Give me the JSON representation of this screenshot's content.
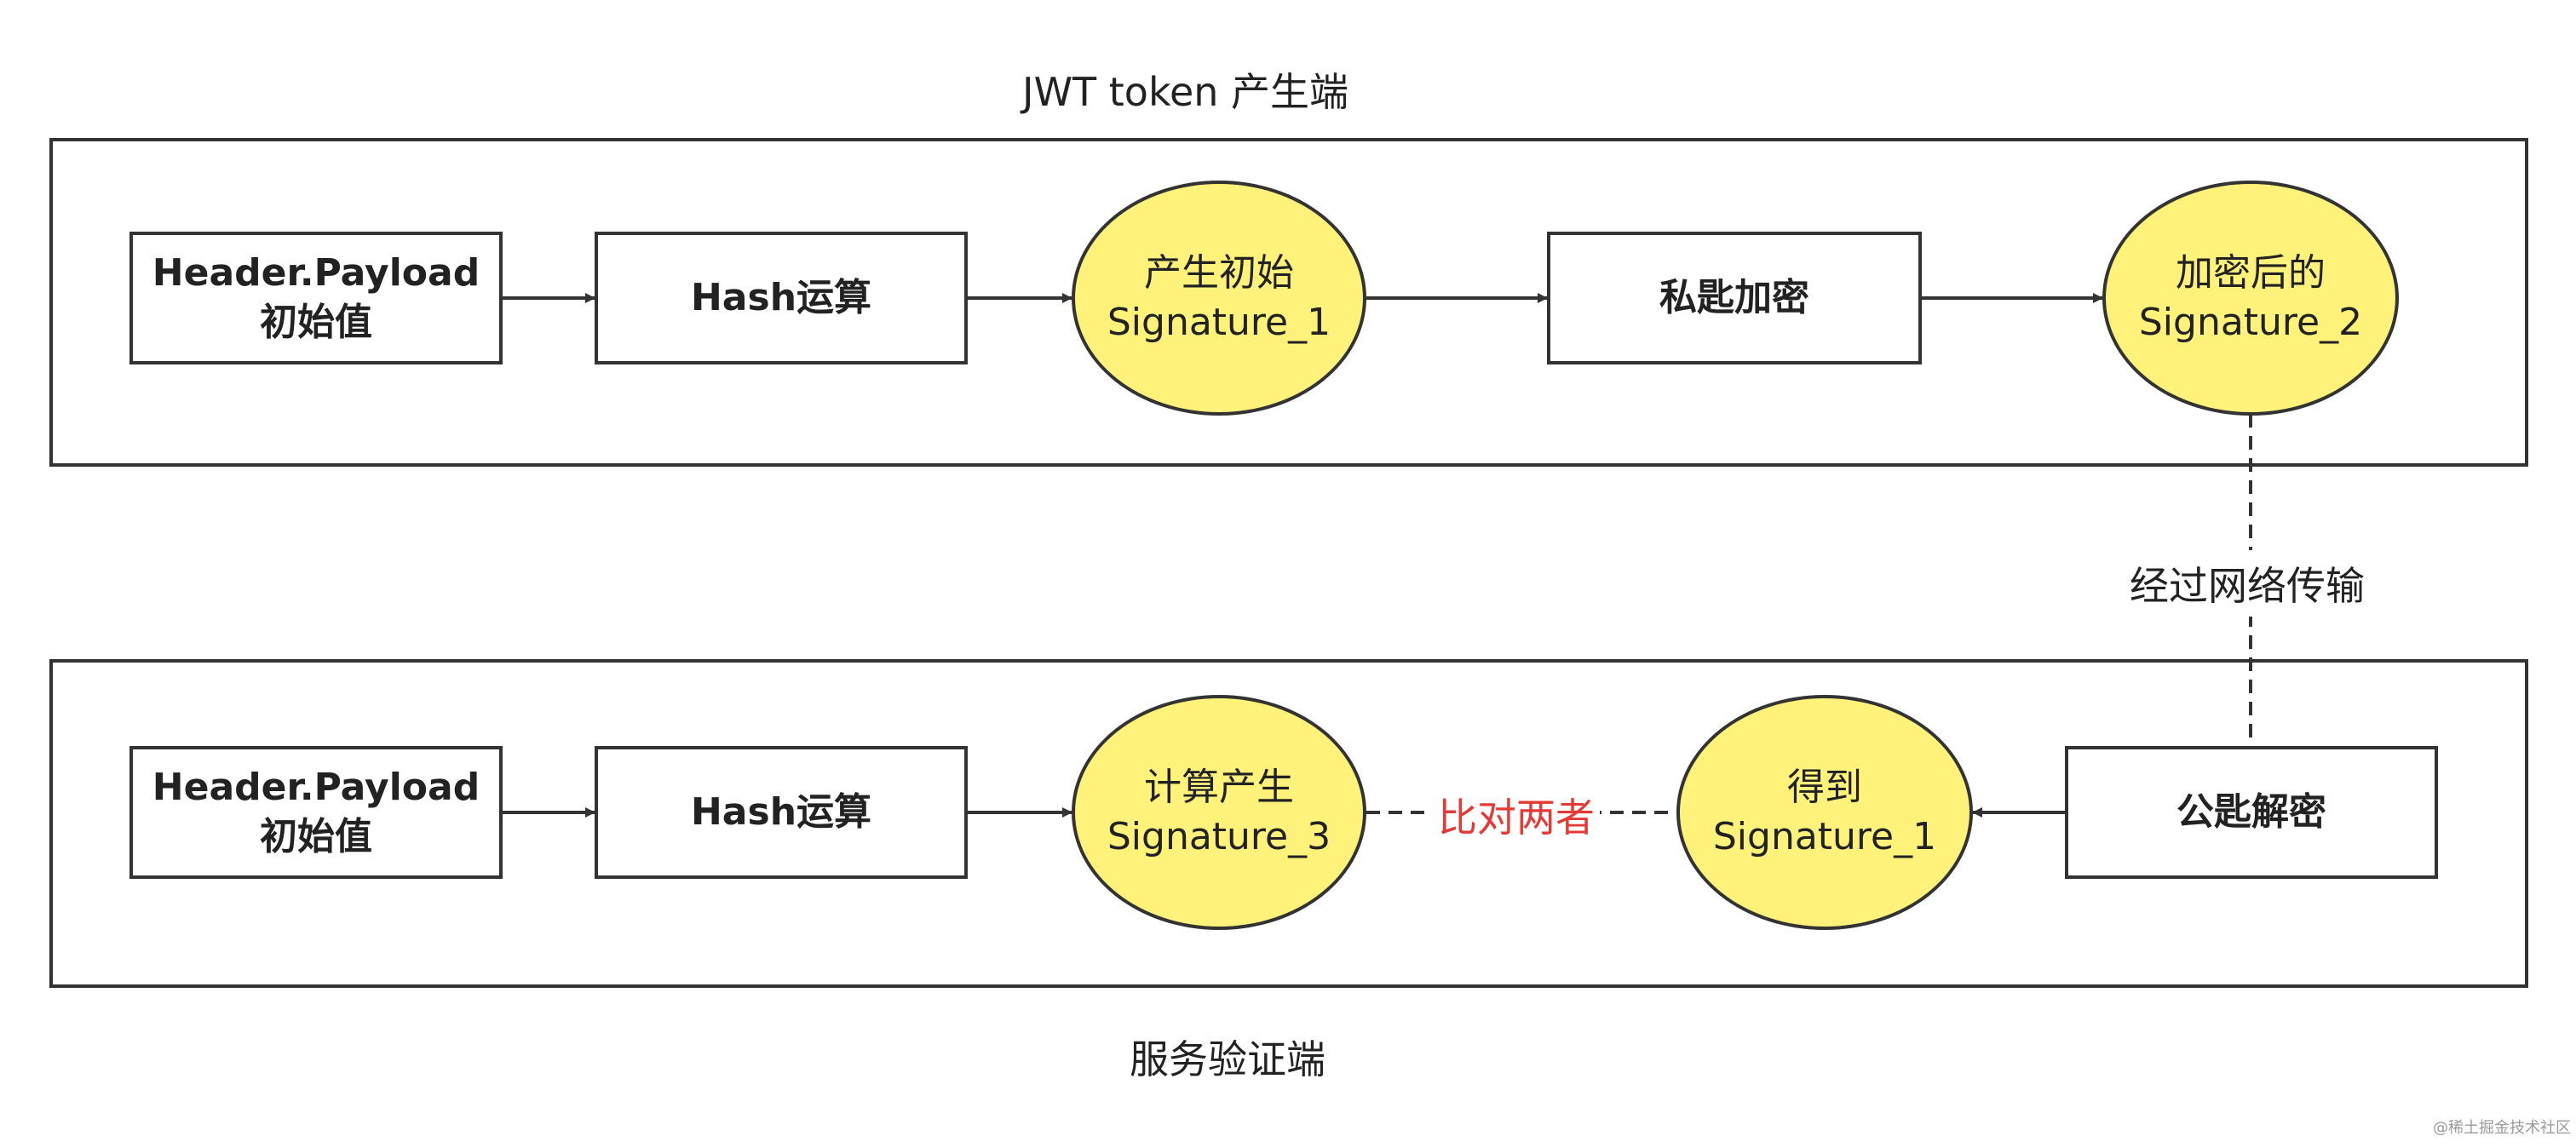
{
  "producer": {
    "title": "JWT token 产生端",
    "nodes": {
      "header_payload": {
        "line1": "Header.Payload",
        "line2": "初始值"
      },
      "hash": {
        "label": "Hash运算"
      },
      "initial_signature": {
        "line1": "产生初始",
        "line2": "Signature_1"
      },
      "private_key_encrypt": {
        "label": "私匙加密"
      },
      "encrypted_signature": {
        "line1": "加密后的",
        "line2": "Signature_2"
      }
    }
  },
  "network": {
    "label": "经过网络传输"
  },
  "verifier": {
    "title": "服务验证端",
    "nodes": {
      "header_payload": {
        "line1": "Header.Payload",
        "line2": "初始值"
      },
      "hash": {
        "label": "Hash运算"
      },
      "computed_signature": {
        "line1": "计算产生",
        "line2": "Signature_3"
      },
      "compare": {
        "label": "比对两者"
      },
      "obtained_signature": {
        "line1": "得到",
        "line2": "Signature_1"
      },
      "public_key_decrypt": {
        "label": "公匙解密"
      }
    }
  },
  "watermark": "@稀土掘金技术社区",
  "colors": {
    "ellipse_fill": "#fff27a",
    "compare_text": "#e53935",
    "stroke": "#333333"
  }
}
